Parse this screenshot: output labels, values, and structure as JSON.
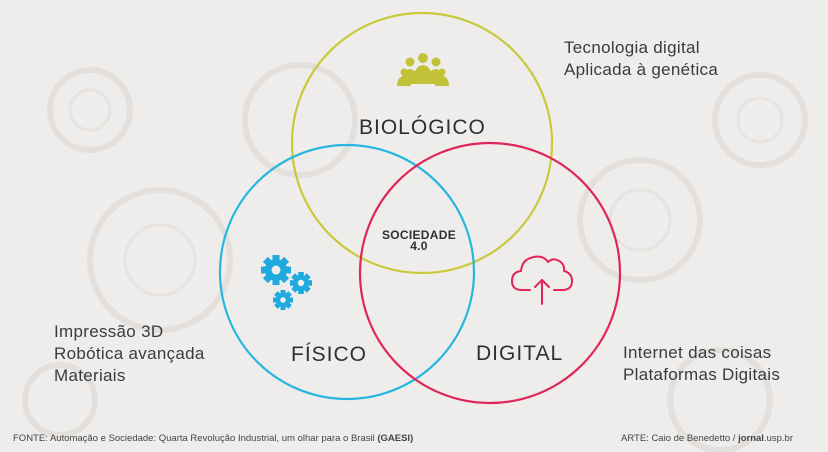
{
  "colors": {
    "biologico": "#c9c93b",
    "fisico": "#27b6df",
    "digital": "#e0255a",
    "gears": "#1ea9df",
    "people": "#c2c23a",
    "cloud": "#e0255a",
    "background": "#efedeb"
  },
  "icons": {
    "biologico": "people-group-icon",
    "fisico": "gears-icon",
    "digital": "cloud-upload-icon"
  },
  "circles": {
    "biologico": "BIOLÓGICO",
    "fisico": "FÍSICO",
    "digital": "DIGITAL",
    "center_line1": "SOCIEDADE",
    "center_line2": "4.0"
  },
  "side_texts": {
    "top_right": [
      "Tecnologia digital",
      "Aplicada à genética"
    ],
    "bottom_left": [
      "Impressão 3D",
      "Robótica avançada",
      "Materiais"
    ],
    "bottom_right": [
      "Internet das coisas",
      "Plataformas Digitais"
    ]
  },
  "footer": {
    "source_text": "FONTE: Automação e Sociedade: Quarta Revolução Industrial, um olhar para o Brasil",
    "source_bold": "(GAESI)",
    "credit_text": "ARTE: Caio de Benedetto /",
    "credit_bold": "jornal",
    "credit_suffix": ".usp.br"
  }
}
